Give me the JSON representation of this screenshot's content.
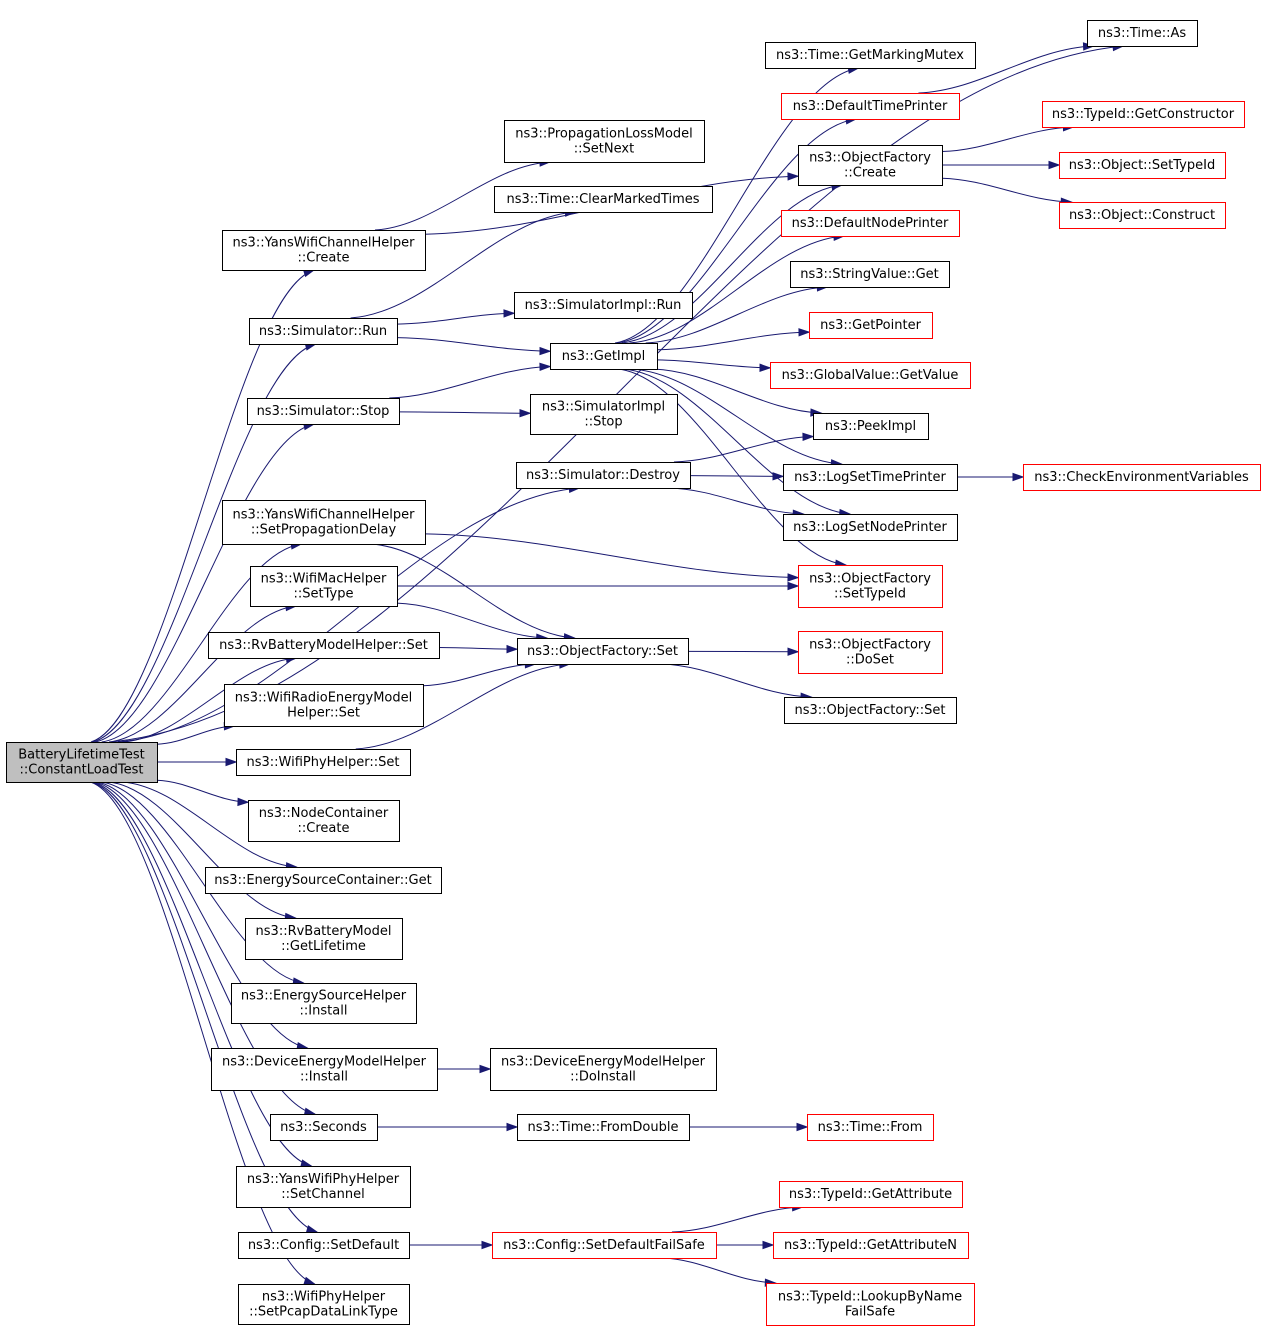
{
  "colors": {
    "root_fill": "#bfbfbf",
    "node_fill": "#ffffff",
    "border_normal": "#000000",
    "border_truncated": "#ff0000",
    "edge": "#191970"
  },
  "nodes": [
    {
      "id": "root",
      "lines": [
        "BatteryLifetimeTest",
        "::ConstantLoadTest"
      ],
      "style": "root"
    },
    {
      "id": "time_as",
      "lines": [
        "ns3::Time::As"
      ],
      "style": "normal"
    },
    {
      "id": "time_getmarkingmutex",
      "lines": [
        "ns3::Time::GetMarkingMutex"
      ],
      "style": "normal"
    },
    {
      "id": "defaulttimeprinter",
      "lines": [
        "ns3::DefaultTimePrinter"
      ],
      "style": "truncated"
    },
    {
      "id": "typeid_getconstructor",
      "lines": [
        "ns3::TypeId::GetConstructor"
      ],
      "style": "truncated"
    },
    {
      "id": "propagationlossmodel_setnext",
      "lines": [
        "ns3::PropagationLossModel",
        "::SetNext"
      ],
      "style": "normal"
    },
    {
      "id": "objectfactory_create",
      "lines": [
        "ns3::ObjectFactory",
        "::Create"
      ],
      "style": "normal"
    },
    {
      "id": "object_settypeid",
      "lines": [
        "ns3::Object::SetTypeId"
      ],
      "style": "truncated"
    },
    {
      "id": "time_clearmarkedtimes",
      "lines": [
        "ns3::Time::ClearMarkedTimes"
      ],
      "style": "normal"
    },
    {
      "id": "object_construct",
      "lines": [
        "ns3::Object::Construct"
      ],
      "style": "truncated"
    },
    {
      "id": "defaultnodeprinter",
      "lines": [
        "ns3::DefaultNodePrinter"
      ],
      "style": "truncated"
    },
    {
      "id": "yanswifichannelhelper_create",
      "lines": [
        "ns3::YansWifiChannelHelper",
        "::Create"
      ],
      "style": "normal"
    },
    {
      "id": "stringvalue_get",
      "lines": [
        "ns3::StringValue::Get"
      ],
      "style": "normal"
    },
    {
      "id": "simulatorimpl_run",
      "lines": [
        "ns3::SimulatorImpl::Run"
      ],
      "style": "normal"
    },
    {
      "id": "simulator_run",
      "lines": [
        "ns3::Simulator::Run"
      ],
      "style": "normal"
    },
    {
      "id": "getpointer",
      "lines": [
        "ns3::GetPointer"
      ],
      "style": "truncated"
    },
    {
      "id": "getimpl",
      "lines": [
        "ns3::GetImpl"
      ],
      "style": "normal"
    },
    {
      "id": "globalvalue_getvalue",
      "lines": [
        "ns3::GlobalValue::GetValue"
      ],
      "style": "truncated"
    },
    {
      "id": "simulatorimpl_stop",
      "lines": [
        "ns3::SimulatorImpl",
        "::Stop"
      ],
      "style": "normal"
    },
    {
      "id": "simulator_stop",
      "lines": [
        "ns3::Simulator::Stop"
      ],
      "style": "normal"
    },
    {
      "id": "peekimpl",
      "lines": [
        "ns3::PeekImpl"
      ],
      "style": "normal"
    },
    {
      "id": "simulator_destroy",
      "lines": [
        "ns3::Simulator::Destroy"
      ],
      "style": "normal"
    },
    {
      "id": "logsettimeprinter",
      "lines": [
        "ns3::LogSetTimePrinter"
      ],
      "style": "normal"
    },
    {
      "id": "checkenvironmentvariables",
      "lines": [
        "ns3::CheckEnvironmentVariables"
      ],
      "style": "truncated"
    },
    {
      "id": "yanswifichannelhelper_setpropagationdelay",
      "lines": [
        "ns3::YansWifiChannelHelper",
        "::SetPropagationDelay"
      ],
      "style": "normal"
    },
    {
      "id": "logsetnodeprinter",
      "lines": [
        "ns3::LogSetNodePrinter"
      ],
      "style": "normal"
    },
    {
      "id": "wifimachelper_settype",
      "lines": [
        "ns3::WifiMacHelper",
        "::SetType"
      ],
      "style": "normal"
    },
    {
      "id": "objectfactory_settypeid",
      "lines": [
        "ns3::ObjectFactory",
        "::SetTypeId"
      ],
      "style": "truncated"
    },
    {
      "id": "rvbatterymodelhelper_set",
      "lines": [
        "ns3::RvBatteryModelHelper::Set"
      ],
      "style": "normal"
    },
    {
      "id": "objectfactory_set",
      "lines": [
        "ns3::ObjectFactory::Set"
      ],
      "style": "normal"
    },
    {
      "id": "objectfactory_doset",
      "lines": [
        "ns3::ObjectFactory",
        "::DoSet"
      ],
      "style": "truncated"
    },
    {
      "id": "wifiradioenergymodelhelper_set",
      "lines": [
        "ns3::WifiRadioEnergyModel",
        "Helper::Set"
      ],
      "style": "normal"
    },
    {
      "id": "objectfactory_set2",
      "lines": [
        "ns3::ObjectFactory::Set"
      ],
      "style": "normal"
    },
    {
      "id": "wifiphyhelper_set",
      "lines": [
        "ns3::WifiPhyHelper::Set"
      ],
      "style": "normal"
    },
    {
      "id": "nodecontainer_create",
      "lines": [
        "ns3::NodeContainer",
        "::Create"
      ],
      "style": "normal"
    },
    {
      "id": "energysourcecontainer_get",
      "lines": [
        "ns3::EnergySourceContainer::Get"
      ],
      "style": "normal"
    },
    {
      "id": "rvbatterymodel_getlifetime",
      "lines": [
        "ns3::RvBatteryModel",
        "::GetLifetime"
      ],
      "style": "normal"
    },
    {
      "id": "energysourcehelper_install",
      "lines": [
        "ns3::EnergySourceHelper",
        "::Install"
      ],
      "style": "normal"
    },
    {
      "id": "deviceenergymodelhelper_install",
      "lines": [
        "ns3::DeviceEnergyModelHelper",
        "::Install"
      ],
      "style": "normal"
    },
    {
      "id": "deviceenergymodelhelper_doinstall",
      "lines": [
        "ns3::DeviceEnergyModelHelper",
        "::DoInstall"
      ],
      "style": "normal"
    },
    {
      "id": "seconds",
      "lines": [
        "ns3::Seconds"
      ],
      "style": "normal"
    },
    {
      "id": "time_fromdouble",
      "lines": [
        "ns3::Time::FromDouble"
      ],
      "style": "normal"
    },
    {
      "id": "time_from",
      "lines": [
        "ns3::Time::From"
      ],
      "style": "truncated"
    },
    {
      "id": "yanswifiphyhelper_setchannel",
      "lines": [
        "ns3::YansWifiPhyHelper",
        "::SetChannel"
      ],
      "style": "normal"
    },
    {
      "id": "typeid_getattribute",
      "lines": [
        "ns3::TypeId::GetAttribute"
      ],
      "style": "truncated"
    },
    {
      "id": "config_setdefault",
      "lines": [
        "ns3::Config::SetDefault"
      ],
      "style": "normal"
    },
    {
      "id": "config_setdefaultfailsafe",
      "lines": [
        "ns3::Config::SetDefaultFailSafe"
      ],
      "style": "truncated"
    },
    {
      "id": "typeid_getattributen",
      "lines": [
        "ns3::TypeId::GetAttributeN"
      ],
      "style": "truncated"
    },
    {
      "id": "wifiphyhelper_setpcapdatalinktype",
      "lines": [
        "ns3::WifiPhyHelper",
        "::SetPcapDataLinkType"
      ],
      "style": "normal"
    },
    {
      "id": "typeid_lookupbynamefailsafe",
      "lines": [
        "ns3::TypeId::LookupByName",
        "FailSafe"
      ],
      "style": "truncated"
    }
  ],
  "edges": [
    [
      "root",
      "time_as"
    ],
    [
      "root",
      "yanswifichannelhelper_create"
    ],
    [
      "root",
      "simulator_run"
    ],
    [
      "root",
      "simulator_stop"
    ],
    [
      "root",
      "simulator_destroy"
    ],
    [
      "root",
      "yanswifichannelhelper_setpropagationdelay"
    ],
    [
      "root",
      "wifimachelper_settype"
    ],
    [
      "root",
      "rvbatterymodelhelper_set"
    ],
    [
      "root",
      "wifiradioenergymodelhelper_set"
    ],
    [
      "root",
      "wifiphyhelper_set"
    ],
    [
      "root",
      "nodecontainer_create"
    ],
    [
      "root",
      "energysourcecontainer_get"
    ],
    [
      "root",
      "rvbatterymodel_getlifetime"
    ],
    [
      "root",
      "energysourcehelper_install"
    ],
    [
      "root",
      "deviceenergymodelhelper_install"
    ],
    [
      "root",
      "seconds"
    ],
    [
      "root",
      "yanswifiphyhelper_setchannel"
    ],
    [
      "root",
      "config_setdefault"
    ],
    [
      "root",
      "wifiphyhelper_setpcapdatalinktype"
    ],
    [
      "defaulttimeprinter",
      "time_as"
    ],
    [
      "yanswifichannelhelper_create",
      "propagationlossmodel_setnext"
    ],
    [
      "yanswifichannelhelper_create",
      "objectfactory_create"
    ],
    [
      "objectfactory_create",
      "typeid_getconstructor"
    ],
    [
      "objectfactory_create",
      "object_settypeid"
    ],
    [
      "objectfactory_create",
      "object_construct"
    ],
    [
      "simulator_run",
      "time_clearmarkedtimes"
    ],
    [
      "simulator_run",
      "simulatorimpl_run"
    ],
    [
      "simulator_run",
      "getimpl"
    ],
    [
      "simulator_stop",
      "getimpl"
    ],
    [
      "simulator_stop",
      "simulatorimpl_stop"
    ],
    [
      "getimpl",
      "time_getmarkingmutex"
    ],
    [
      "getimpl",
      "defaulttimeprinter"
    ],
    [
      "getimpl",
      "objectfactory_create"
    ],
    [
      "getimpl",
      "defaultnodeprinter"
    ],
    [
      "getimpl",
      "stringvalue_get"
    ],
    [
      "getimpl",
      "getpointer"
    ],
    [
      "getimpl",
      "globalvalue_getvalue"
    ],
    [
      "getimpl",
      "peekimpl"
    ],
    [
      "getimpl",
      "logsettimeprinter"
    ],
    [
      "getimpl",
      "logsetnodeprinter"
    ],
    [
      "getimpl",
      "objectfactory_settypeid"
    ],
    [
      "simulator_destroy",
      "peekimpl"
    ],
    [
      "simulator_destroy",
      "logsettimeprinter"
    ],
    [
      "simulator_destroy",
      "logsetnodeprinter"
    ],
    [
      "logsettimeprinter",
      "checkenvironmentvariables"
    ],
    [
      "yanswifichannelhelper_setpropagationdelay",
      "objectfactory_settypeid"
    ],
    [
      "yanswifichannelhelper_setpropagationdelay",
      "objectfactory_set"
    ],
    [
      "wifimachelper_settype",
      "objectfactory_settypeid"
    ],
    [
      "wifimachelper_settype",
      "objectfactory_set"
    ],
    [
      "rvbatterymodelhelper_set",
      "objectfactory_set"
    ],
    [
      "wifiradioenergymodelhelper_set",
      "objectfactory_set"
    ],
    [
      "wifiphyhelper_set",
      "objectfactory_set"
    ],
    [
      "objectfactory_set",
      "objectfactory_doset"
    ],
    [
      "objectfactory_set",
      "objectfactory_set2"
    ],
    [
      "deviceenergymodelhelper_install",
      "deviceenergymodelhelper_doinstall"
    ],
    [
      "seconds",
      "time_fromdouble"
    ],
    [
      "time_fromdouble",
      "time_from"
    ],
    [
      "config_setdefault",
      "config_setdefaultfailsafe"
    ],
    [
      "config_setdefaultfailsafe",
      "typeid_getattribute"
    ],
    [
      "config_setdefaultfailsafe",
      "typeid_getattributen"
    ],
    [
      "config_setdefaultfailsafe",
      "typeid_lookupbynamefailsafe"
    ]
  ]
}
